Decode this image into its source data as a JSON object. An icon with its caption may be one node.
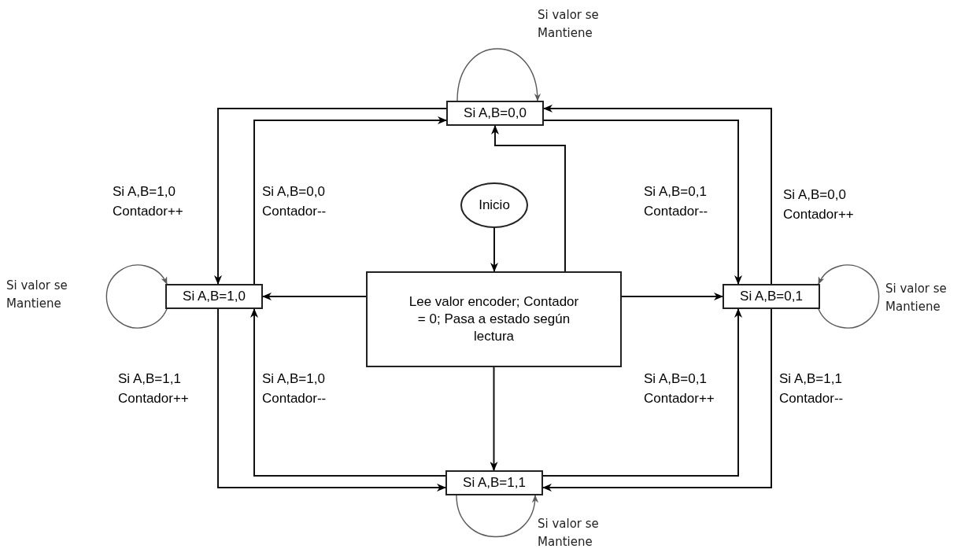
{
  "diagram": {
    "nodes": [
      {
        "text": [
          "Inicio"
        ]
      },
      {
        "text": [
          "Lee valor encoder; Contador = 0; Pasa a estado según lectura"
        ]
      },
      {
        "text": [
          "Si A,B=0,0"
        ]
      },
      {
        "text": [
          "Si A,B=1,0"
        ]
      },
      {
        "text": [
          "Si A,B=0,1"
        ]
      },
      {
        "text": [
          "Si A,B=1,1"
        ]
      }
    ],
    "edges": [
      {
        "from": 0,
        "to": 1,
        "arrow": "to"
      },
      {
        "from": 1,
        "to": 2,
        "arrow": "to"
      },
      {
        "from": 1,
        "to": 3,
        "arrow": "to"
      },
      {
        "from": 1,
        "to": 4,
        "arrow": "to"
      },
      {
        "from": 1,
        "to": 5,
        "arrow": "to"
      },
      {
        "from": 2,
        "to": 3,
        "arrow": "to",
        "label": "Si A,B=1,0 Contador++"
      },
      {
        "from": 3,
        "to": 2,
        "arrow": "to",
        "label": "Si A,B=0,0 Contador--"
      },
      {
        "from": 2,
        "to": 4,
        "arrow": "to",
        "label": "Si A,B=0,1 Contador--"
      },
      {
        "from": 4,
        "to": 2,
        "arrow": "to",
        "label": "Si A,B=0,0 Contador++"
      },
      {
        "from": 3,
        "to": 5,
        "arrow": "to",
        "label": "Si A,B=1,1 Contador++"
      },
      {
        "from": 5,
        "to": 3,
        "arrow": "to",
        "label": "Si A,B=1,0 Contador--"
      },
      {
        "from": 5,
        "to": 4,
        "arrow": "to",
        "label": "Si A,B=0,1 Contador++"
      },
      {
        "from": 4,
        "to": 5,
        "arrow": "to",
        "label": "Si A,B=1,1 Contador--"
      },
      {
        "from": 2,
        "to": 2,
        "arrow": "to",
        "label": "Si valor se Mantiene",
        "color": "#595959"
      },
      {
        "from": 3,
        "to": 3,
        "arrow": "to",
        "label": "Si valor se Mantiene",
        "color": "#595959"
      },
      {
        "from": 4,
        "to": 4,
        "arrow": "to",
        "label": "Si valor se Mantiene",
        "color": "#595959"
      },
      {
        "from": 5,
        "to": 5,
        "arrow": "to",
        "label": "Si valor se Mantiene",
        "color": "#595959"
      }
    ]
  }
}
